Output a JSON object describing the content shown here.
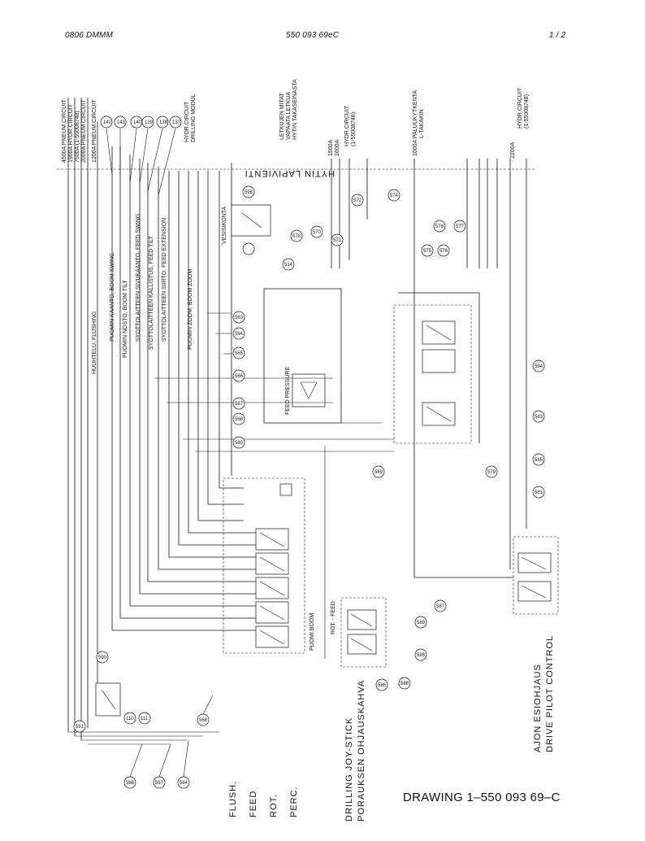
{
  "header": {
    "left": "0806  DMMM",
    "center": "550 093 69eC",
    "right": "1 /  2"
  },
  "drawing_title": "DRAWING  1–550 093 69–C",
  "top_labels": [
    "4500A  PNEUM.CIRCUIT",
    "1900A  HYDR.CIRCUIT",
    "7500A  (1-55008748)",
    "2000A  PNEUM.CIRCUIT",
    "1200A  PNEUM.CIRCUIT",
    "HYDR.CIRCUIT",
    "DRILLING MODUL",
    "LETKUJEN MITAT",
    "VAPAATA LETKUA",
    "HYTIN TAKASEINASTA",
    "1500A",
    "1600A",
    "HYDR.CIRCUIT",
    "(1-55008748)",
    "1000A  PALUUKYTKENTA",
    "L-TAKAKIN",
    "HYDR.CIRCUIT",
    "(1-55008748)",
    "2200A"
  ],
  "wall_label": "HYTIN LAPIVIENTI",
  "function_labels": [
    "HUUHTELU, FLUSHING",
    "PUOMIN KAANTO, BOOM SWING",
    "PUOMIN NOSTO, BOOM TILT",
    "SYOTTOLAITTEEN SIVUKAANTO, FEED SWING",
    "SYOTTOLAITTEEN KALLISTUS, FEED TILT",
    "SYOTTOLAITTEEN SIIRTO, FEED EXTENSION",
    "PUOMIN ZOOM, BOOM ZOOM"
  ],
  "block_labels": {
    "boom": "PUOMI,BOOM",
    "feed_pressure": "FEED PRESSURE",
    "water_pump": "VESISIKONTA",
    "joystick_en": "DRILLING JOY-STICK",
    "joystick_fi": "PORAUKSEN OHJAUSKAHVA",
    "drive_fi": "AJON ESIOHJAUS",
    "drive_en": "DRIVE PILOT CONTROL",
    "rot_feed": "ROT.  -  FEED"
  },
  "bottom_labels": [
    "FLUSH.",
    "FEED",
    "ROT.",
    "PERC."
  ],
  "circle_refs": [
    "142",
    "141",
    "140",
    "139",
    "138",
    "137",
    "598",
    "578",
    "570",
    "571",
    "572",
    "574",
    "575",
    "576",
    "577",
    "578",
    "514",
    "594",
    "583",
    "585",
    "581",
    "579",
    "569",
    "563",
    "564",
    "565",
    "566",
    "567",
    "568",
    "580",
    "587",
    "589",
    "585",
    "586",
    "588",
    "584",
    "590",
    "110",
    "111",
    "591",
    "568",
    "586",
    "567"
  ]
}
